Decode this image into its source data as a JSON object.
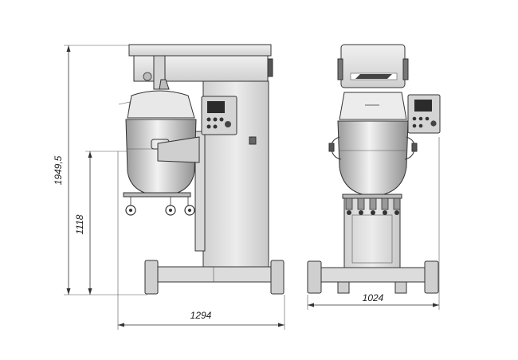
{
  "dimensions": {
    "total_height": "1949,5",
    "bowl_height": "1118",
    "side_depth": "1294",
    "front_width": "1024"
  },
  "colors": {
    "metal_light": "#e4e4e4",
    "metal_mid": "#c4c4c4",
    "metal_dark": "#8a8a8a",
    "line": "#333333",
    "screen": "#2b2b2b"
  },
  "icons": [
    "brand-logo-icon",
    "control-panel-icon",
    "caster-wheel-icon"
  ]
}
